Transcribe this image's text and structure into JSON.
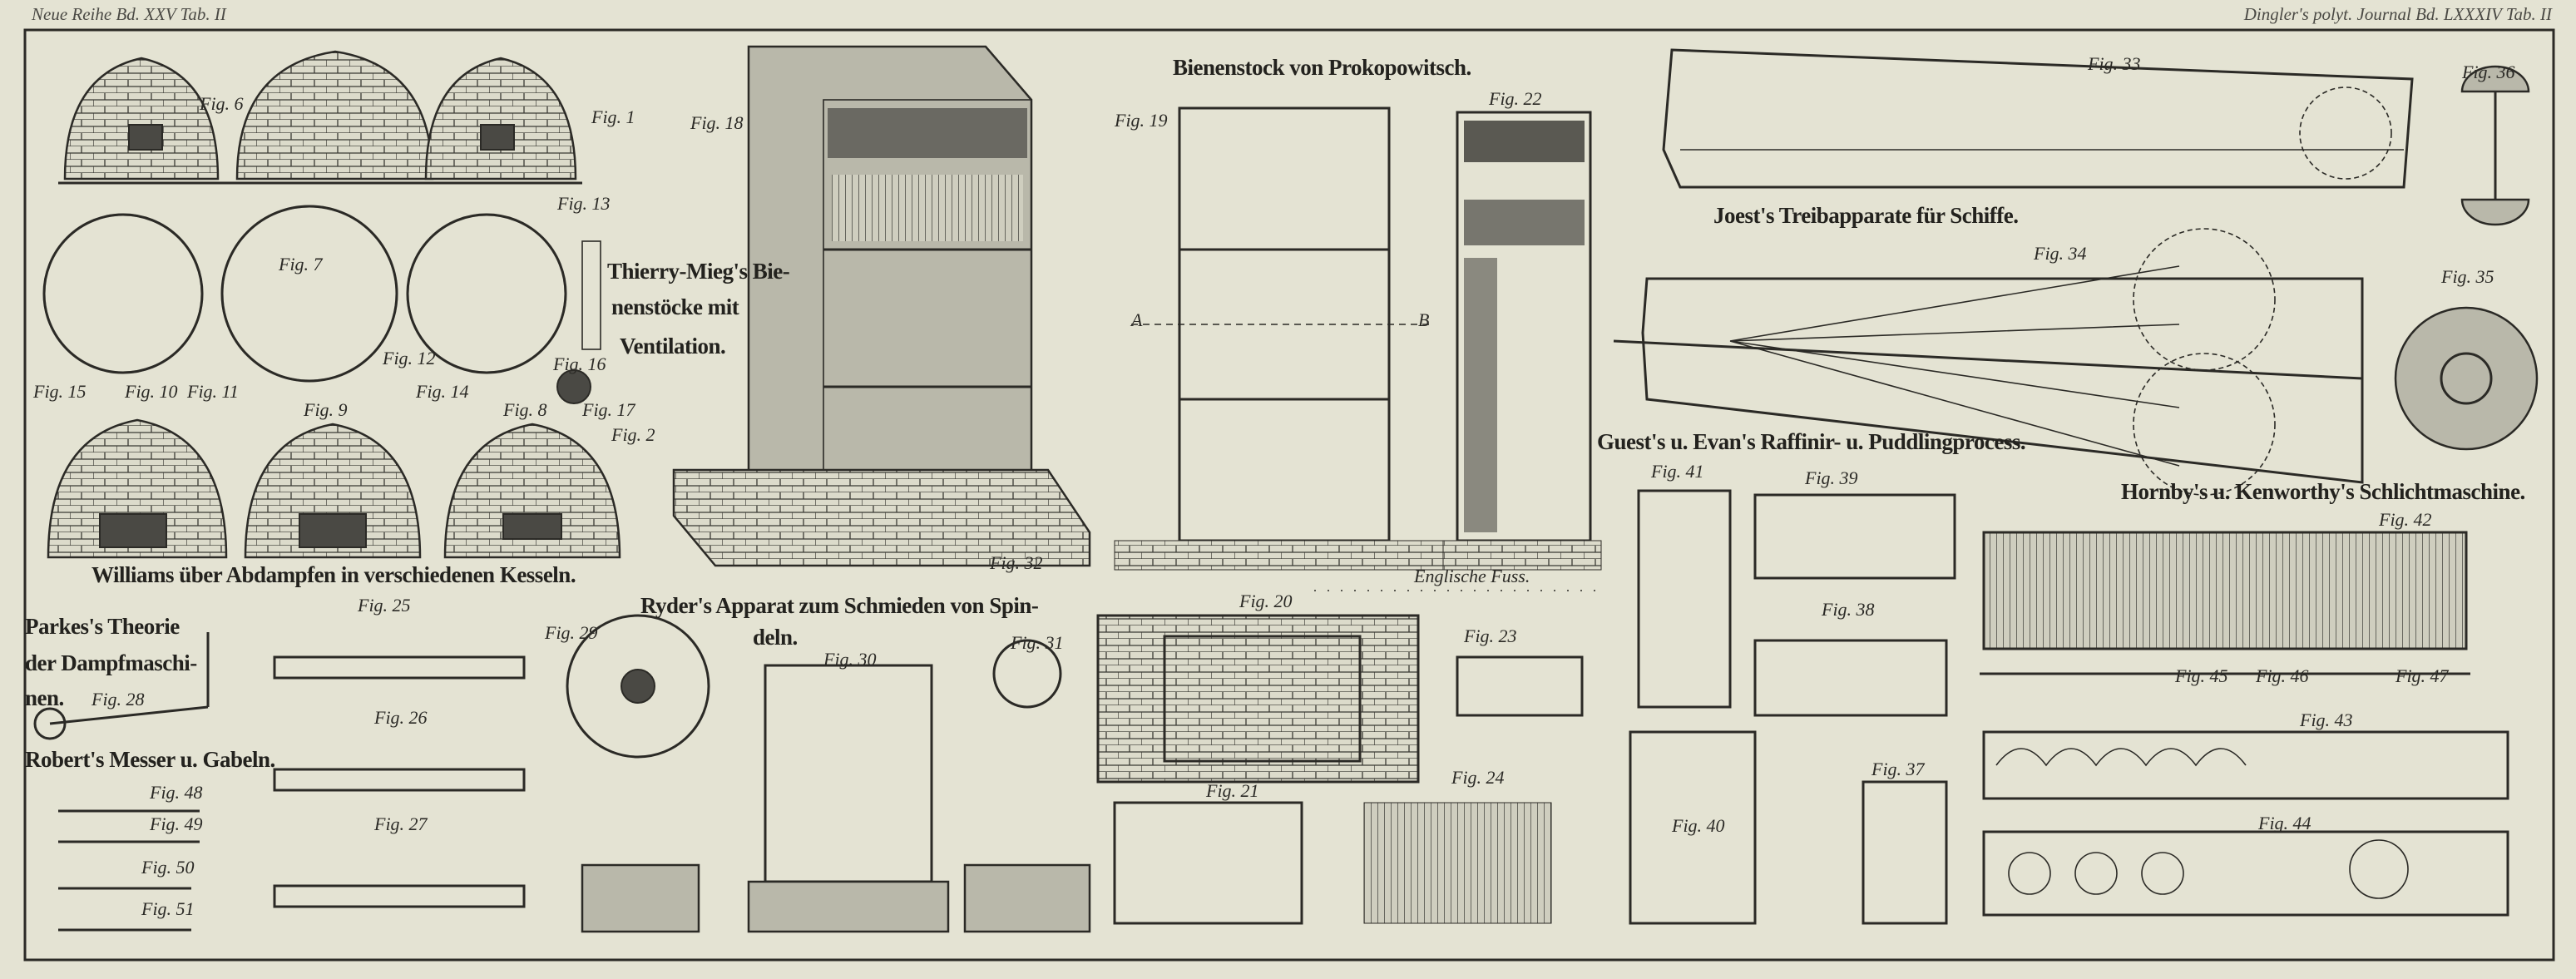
{
  "header": {
    "left": "Neue Reihe Bd. XXV Tab. II",
    "right": "Dingler's polyt. Journal Bd. LXXXIV Tab. II"
  },
  "captions": {
    "prokopowitsch": "Bienenstock von Prokopowitsch.",
    "joest": "Joest's Treibapparate für Schiffe.",
    "guest_evans": "Guest's u. Evan's Raffinir- u. Puddlingprocess.",
    "hornby": "Hornby's u. Kenworthy's Schlichtmaschine.",
    "thierry_1": "Thierry-Mieg's Bie-",
    "thierry_2": "nenstöcke mit",
    "thierry_3": "Ventilation.",
    "williams": "Williams über Abdampfen in verschiedenen Kesseln.",
    "ryder_1": "Ryder's Apparat zum Schmieden von Spin-",
    "ryder_2": "deln.",
    "parkes_1": "Parkes's Theorie",
    "parkes_2": "der Dampfmaschi-",
    "parkes_3": "nen.",
    "robert": "Robert's Messer u. Gabeln.",
    "scale": "Englische Fuss."
  },
  "figures": [
    "Fig. 1",
    "Fig. 2",
    "Fig. 6",
    "Fig. 7",
    "Fig. 8",
    "Fig. 9",
    "Fig. 10",
    "Fig. 11",
    "Fig. 12",
    "Fig. 13",
    "Fig. 14",
    "Fig. 15",
    "Fig. 16",
    "Fig. 17",
    "Fig. 18",
    "Fig. 19",
    "Fig. 20",
    "Fig. 21",
    "Fig. 22",
    "Fig. 23",
    "Fig. 24",
    "Fig. 25",
    "Fig. 26",
    "Fig. 27",
    "Fig. 28",
    "Fig. 29",
    "Fig. 30",
    "Fig. 31",
    "Fig. 32",
    "Fig. 33",
    "Fig. 34",
    "Fig. 35",
    "Fig. 36",
    "Fig. 37",
    "Fig. 38",
    "Fig. 39",
    "Fig. 40",
    "Fig. 41",
    "Fig. 42",
    "Fig. 43",
    "Fig. 44",
    "Fig. 45",
    "Fig. 46",
    "Fig. 47",
    "Fig. 48",
    "Fig. 49",
    "Fig. 50",
    "Fig. 51"
  ],
  "section_markers": {
    "a": "A",
    "b": "B"
  },
  "colors": {
    "paper": "#e4e3d3",
    "ink": "#2b2a26"
  }
}
